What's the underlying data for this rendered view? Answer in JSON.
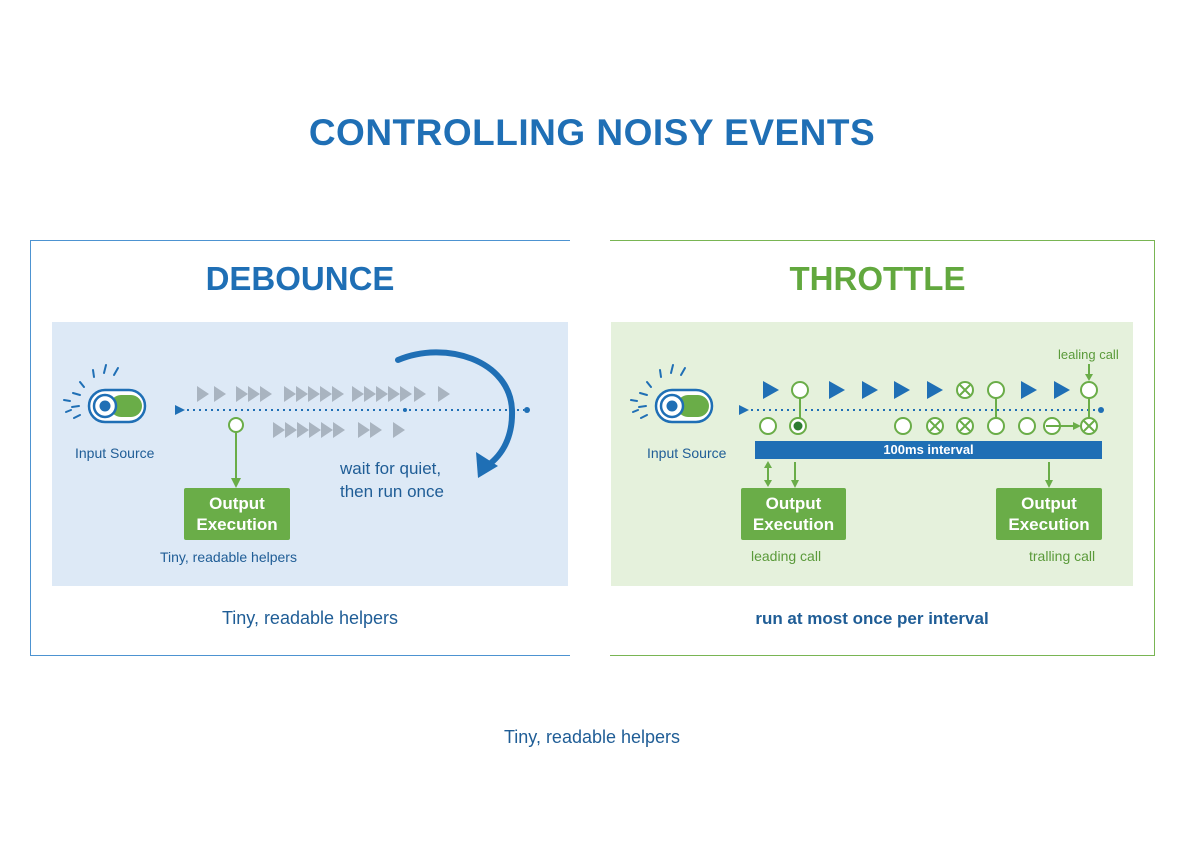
{
  "title": "CONTROLLING NOISY EVENTS",
  "footer": "Tiny, readable helpers",
  "debounce": {
    "heading": "DEBOUNCE",
    "input_label": "Input Source",
    "wait_line1": "wait for quiet,",
    "wait_line2": "then run once",
    "output_line1": "Output",
    "output_line2": "Execution",
    "helper_label": "Tiny, readable helpers",
    "caption": "Tiny, readable helpers"
  },
  "throttle": {
    "heading": "THROTTLE",
    "input_label": "Input Source",
    "interval_label": "100ms interval",
    "top_label": "lealing call",
    "output_line1": "Output",
    "output_line2": "Execution",
    "leading_label": "leading call",
    "trailing_label": "tralling call",
    "caption": "run at most once per interval"
  },
  "colors": {
    "blue": "#1f6fb5",
    "green": "#6aad48",
    "gray_arrow": "#a9b4c0",
    "debounce_bg": "#dde9f6",
    "throttle_bg": "#e5f1dc"
  }
}
